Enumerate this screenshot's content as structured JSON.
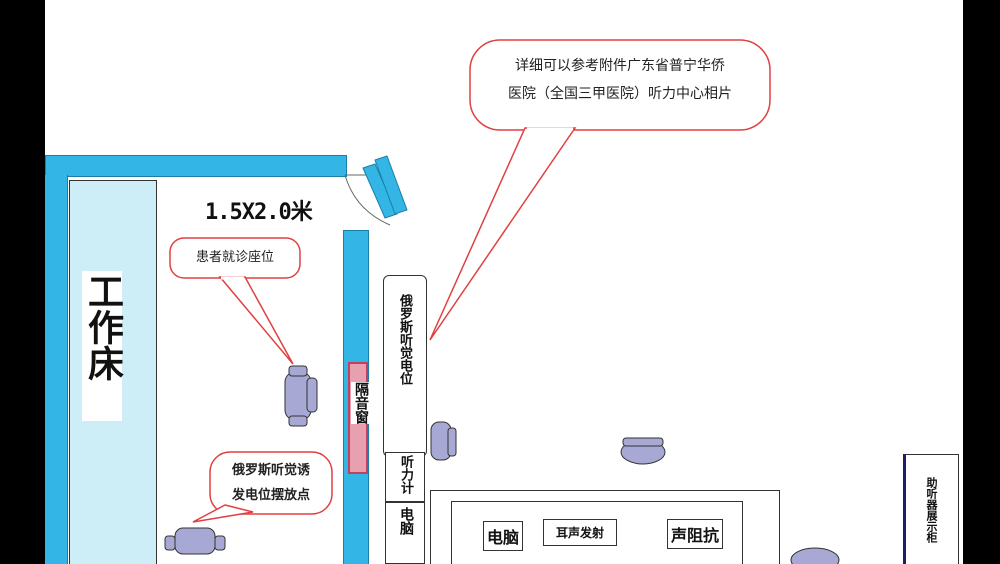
{
  "callout_top": {
    "line1": "详细可以参考附件广东省普宁华侨",
    "line2": "医院（全国三甲医院）听力中心相片"
  },
  "room_size": "1.5X2.0米",
  "callout_patient": "患者就诊座位",
  "callout_stim": {
    "line1": "俄罗斯听觉诱",
    "line2": "发电位摆放点"
  },
  "workbench": "工作床",
  "cabinet_evoked": "俄罗斯听觉电位",
  "window_label": "隔音窗",
  "cabinet_small1": "听力计",
  "cabinet_small2": "电脑",
  "desk": {
    "computer": "电脑",
    "ear_emission": "耳声发射",
    "impedance": "声阻抗"
  },
  "display_cabinet": "助听器展示柜",
  "colors": {
    "wall": "#33b5e5",
    "wall_inner": "#cdeef7",
    "callout_border": "#e04040",
    "chair": "#a7a8d3",
    "window": "#e8a0b0"
  }
}
